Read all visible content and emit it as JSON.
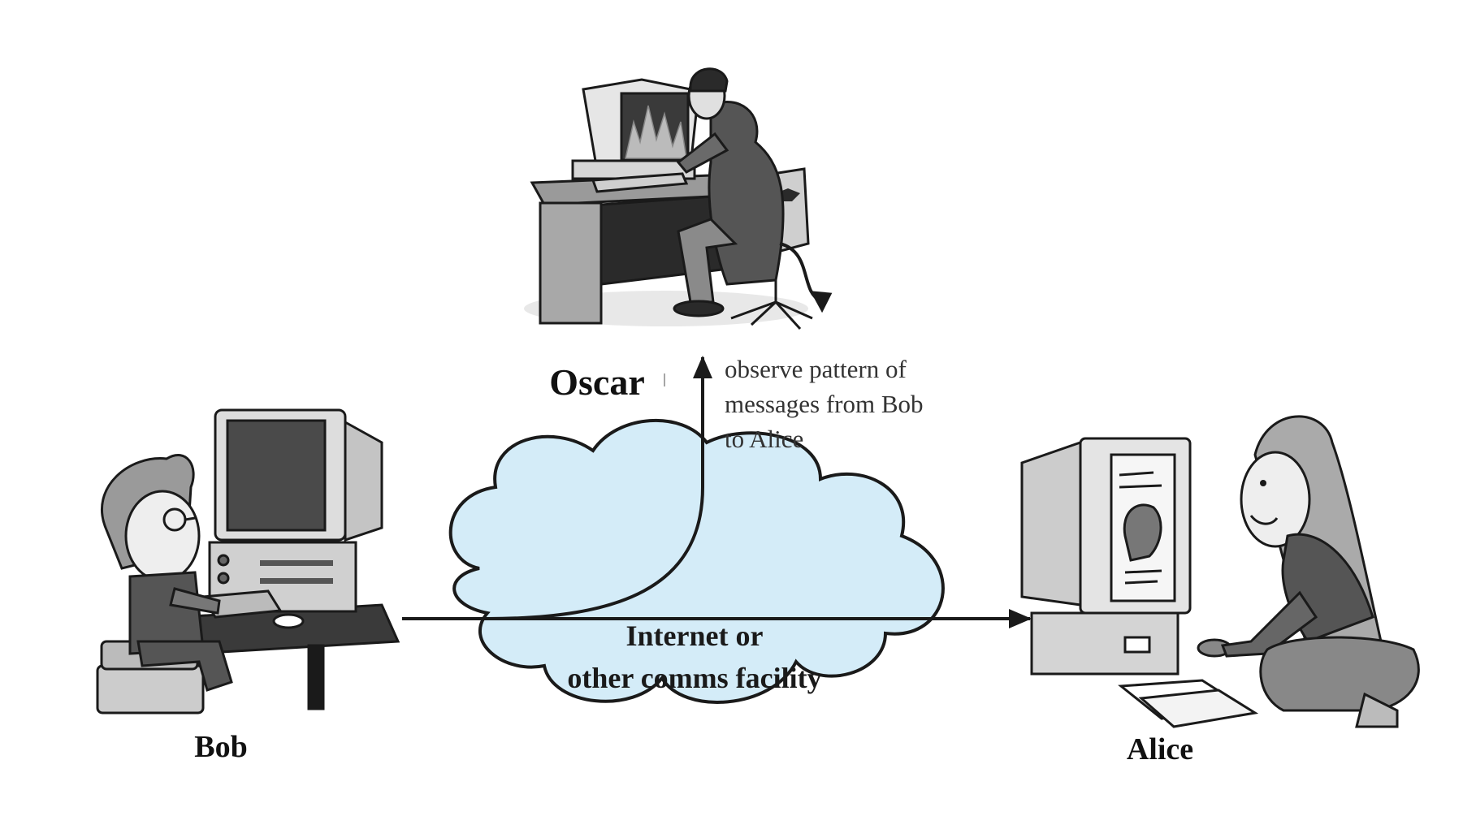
{
  "people": {
    "bob": {
      "name": "Bob"
    },
    "oscar": {
      "name": "Oscar"
    },
    "alice": {
      "name": "Alice"
    }
  },
  "annotation": {
    "lines": [
      "observe pattern of",
      "messages from Bob",
      "to Alice"
    ]
  },
  "network": {
    "lines": [
      "Internet or",
      "other comms facility"
    ]
  },
  "colors": {
    "cloud_fill": "#d4ecf8",
    "stroke": "#1a1a1a",
    "annotation_text": "#333333"
  },
  "icons": {
    "bob": "person-at-computer-icon",
    "oscar": "villain-at-computer-icon",
    "alice": "person-at-computer-icon",
    "network": "cloud-icon"
  }
}
